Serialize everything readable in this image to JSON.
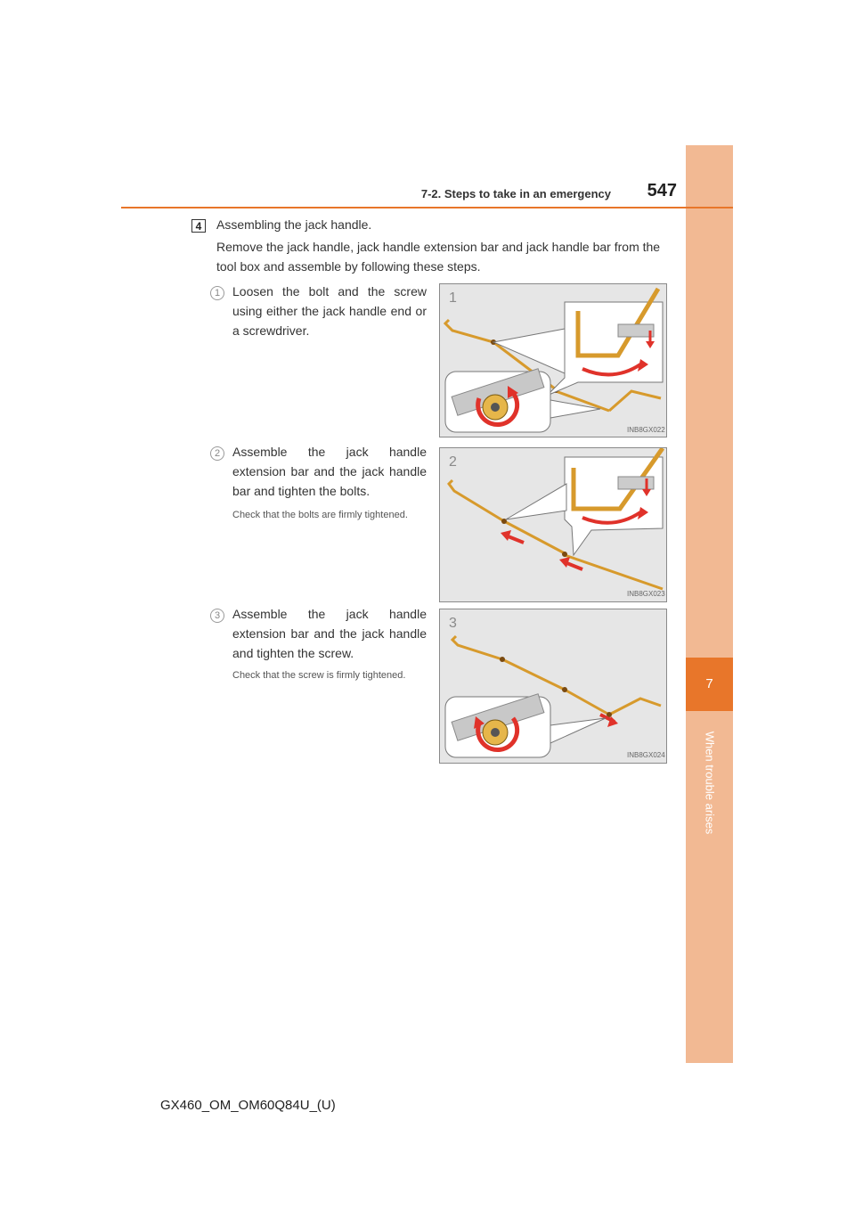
{
  "header": {
    "section": "7-2. Steps to take in an emergency",
    "page_number": "547"
  },
  "sidebar": {
    "chapter_number": "7",
    "chapter_title": "When trouble arises"
  },
  "step": {
    "number": "4",
    "title": "Assembling the jack handle.",
    "description": "Remove the jack handle, jack handle extension bar and jack handle bar from the tool box and assemble by following these steps."
  },
  "substeps": [
    {
      "number": "1",
      "text": "Loosen the bolt and the screw using either the jack handle end or a screwdriver.",
      "note": "",
      "figure_number": "1",
      "figure_code": "INB8GX022"
    },
    {
      "number": "2",
      "text": "Assemble the jack handle extension bar and the jack handle bar and tighten the bolts.",
      "note": "Check that the bolts are firmly tightened.",
      "figure_number": "2",
      "figure_code": "INB8GX023"
    },
    {
      "number": "3",
      "text": "Assemble the jack handle extension bar and the jack handle and tighten the screw.",
      "note": "Check that the screw is firmly tightened.",
      "figure_number": "3",
      "figure_code": "INB8GX024"
    }
  ],
  "footer": {
    "model_code": "GX460_OM_OM60Q84U_(U)"
  },
  "colors": {
    "accent_orange": "#e8762a",
    "sidebar_band": "#f2b993",
    "rod_gold": "#d79a2c",
    "arrow_red": "#e0322a"
  }
}
